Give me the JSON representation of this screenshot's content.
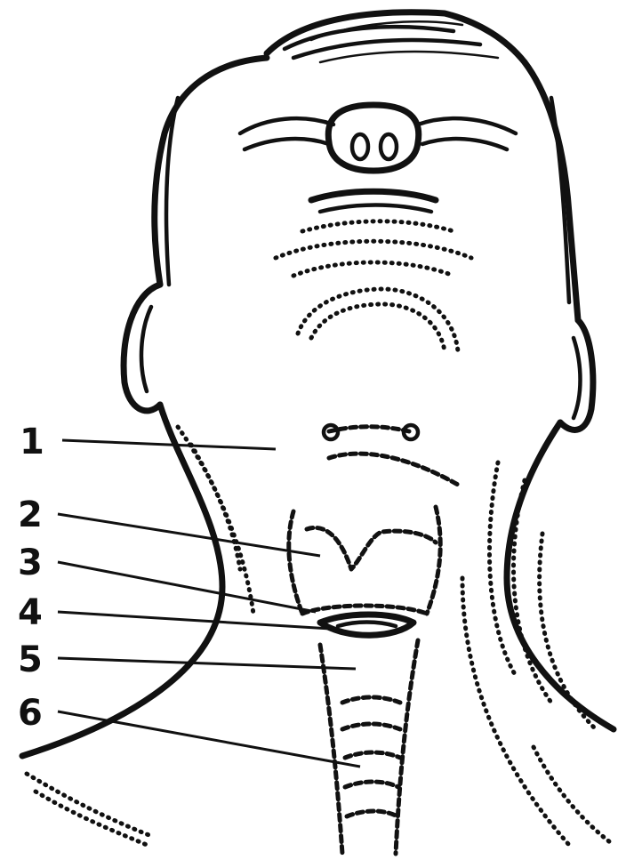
{
  "labels": [
    {
      "id": 1,
      "text": "1"
    },
    {
      "id": 2,
      "text": "2"
    },
    {
      "id": 3,
      "text": "3"
    },
    {
      "id": 4,
      "text": "4"
    },
    {
      "id": 5,
      "text": "5"
    },
    {
      "id": 6,
      "text": "6"
    }
  ],
  "colors": {
    "ink": "#111111",
    "paper": "#ffffff"
  }
}
